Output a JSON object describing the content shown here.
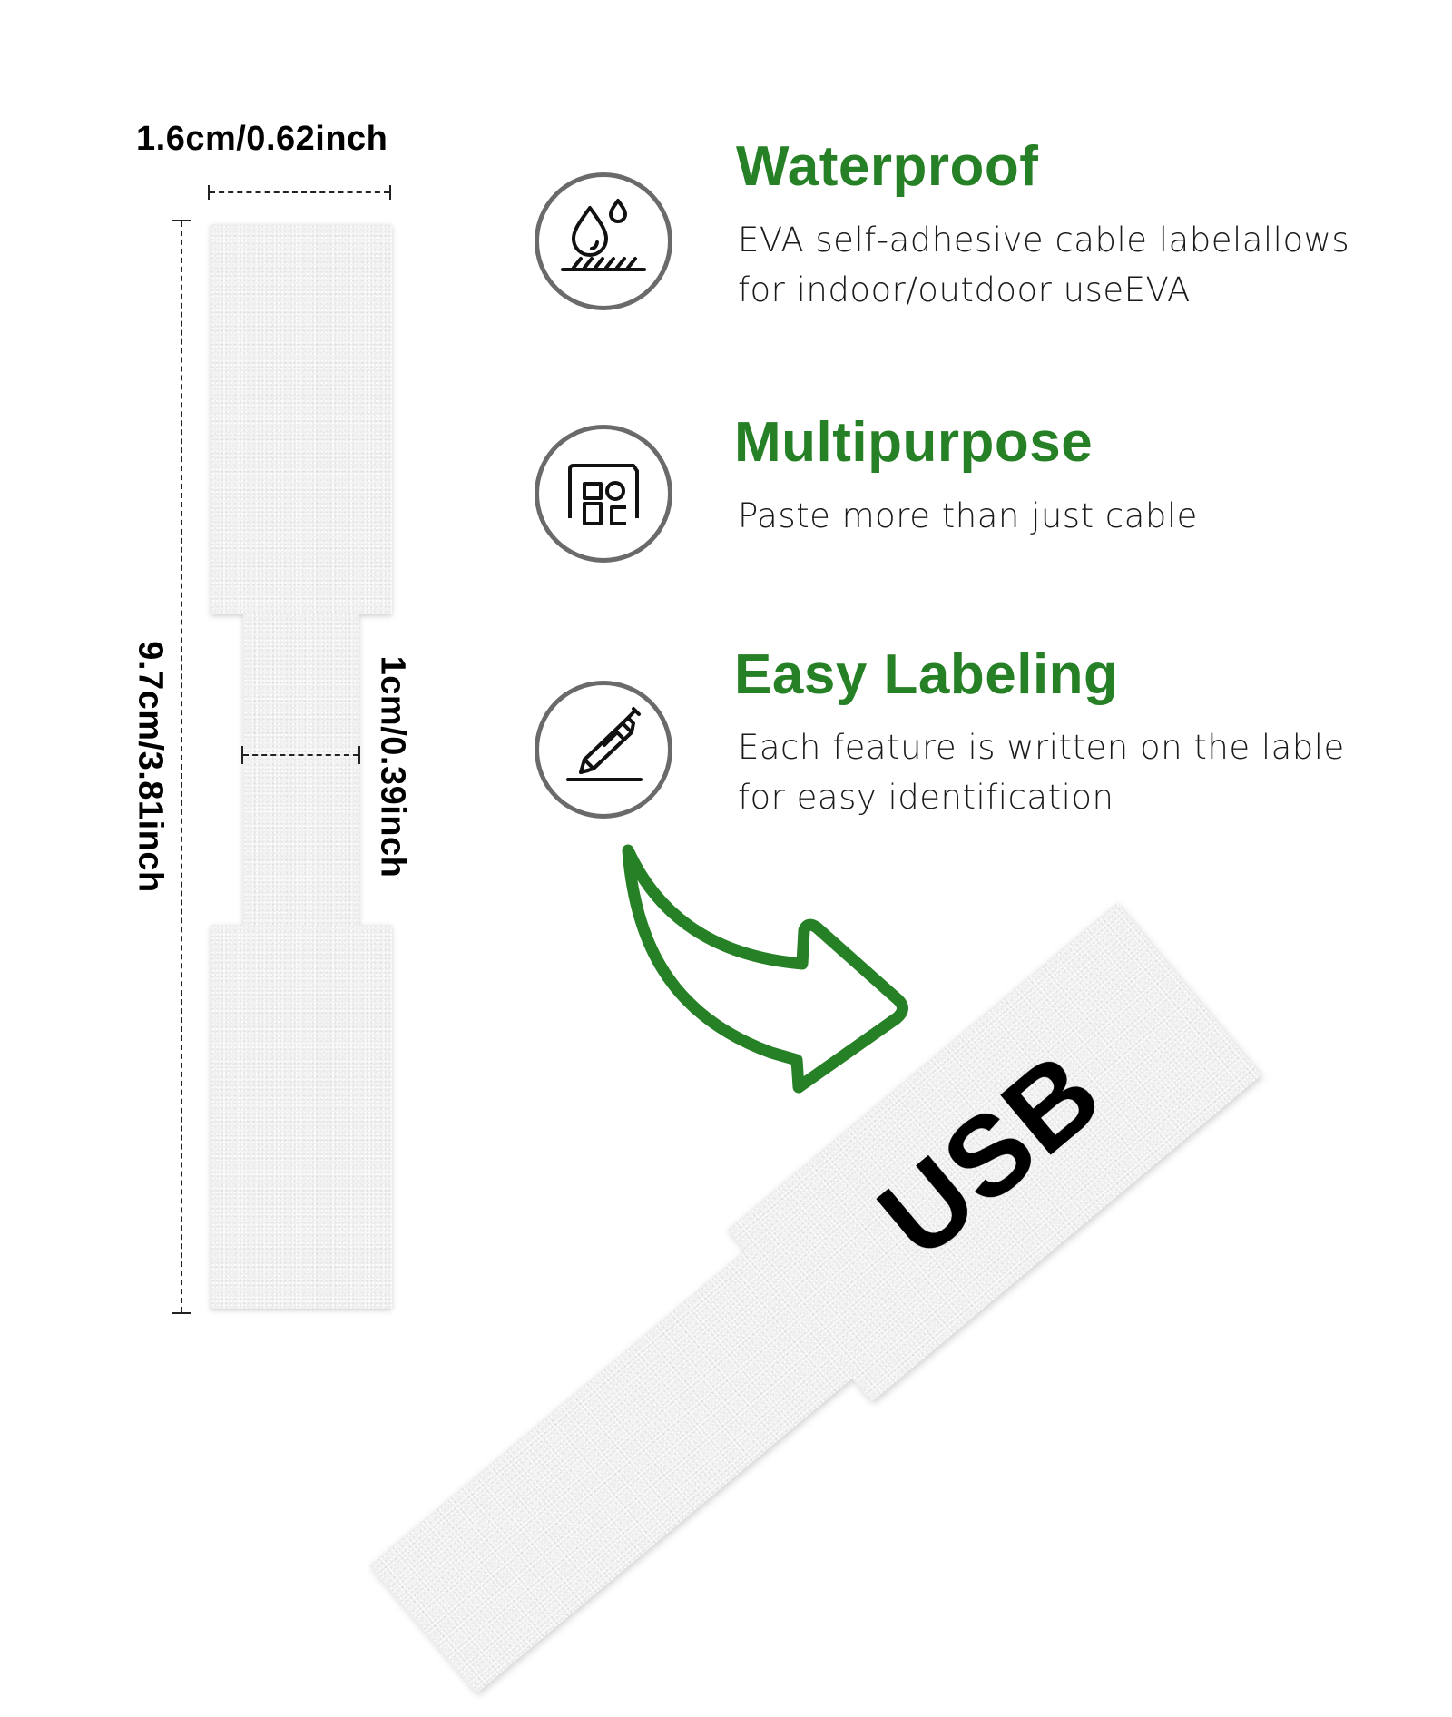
{
  "dimensions": {
    "width_label": "1.6cm/0.62inch",
    "length_label": "9.7cm/3.81inch",
    "neck_width_label": "1cm/0.39inch"
  },
  "features": [
    {
      "icon": "waterproof-drops-icon",
      "title": "Waterproof",
      "description": "EVA self-adhesive cable labelallows\nfor indoor/outdoor useEVA"
    },
    {
      "icon": "multipurpose-grid-icon",
      "title": "Multipurpose",
      "description": "Paste more than just cable"
    },
    {
      "icon": "pen-writing-icon",
      "title": "Easy Labeling",
      "description": "Each feature is written on the lable\nfor easy identification"
    }
  ],
  "example_label": {
    "text": "USB"
  },
  "colors": {
    "accent_green": "#268026",
    "icon_ring": "#6a6a6a",
    "label_foam": "#f1f1f1"
  }
}
